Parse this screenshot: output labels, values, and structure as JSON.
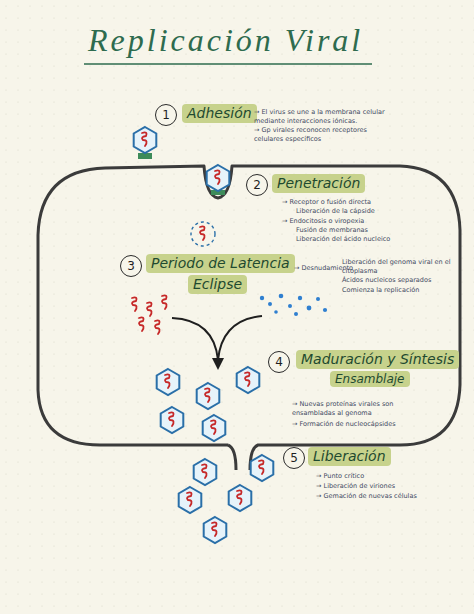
{
  "diagram": {
    "title": "Replicación Viral",
    "nodes": [
      {
        "text": [
          "Adhesión",
          "→ El virus se une a la membrana celular mediante interacciones iónicas.",
          "→ Gp virales reconocen receptores celulares específicos"
        ]
      },
      {
        "text": [
          "Penetración",
          "→ Receptor o fusión directa",
          "Liberación de la cápside",
          "→ Endocitosis o viropexia",
          "Fusión de membranas",
          "Liberación del ácido nucleico"
        ]
      },
      {
        "text": [
          "Periodo de Latencia",
          "Eclipse",
          "→ Desnudamiento",
          "Liberación del genoma viral en el citoplasma",
          "Ácidos nucleicos separados",
          "Comienza la replicación"
        ]
      },
      {
        "text": [
          "Maduración y Síntesis",
          "Ensamblaje",
          "→ Nuevas proteínas virales son ensambladas al genoma",
          "→ Formación de nucleocápsides"
        ]
      },
      {
        "text": [
          "Liberación",
          "→ Punto crítico",
          "→ Liberación de viriones",
          "→ Gemación de nuevas células"
        ]
      }
    ],
    "labels": [
      "1",
      "2",
      "3",
      "4",
      "5"
    ]
  }
}
